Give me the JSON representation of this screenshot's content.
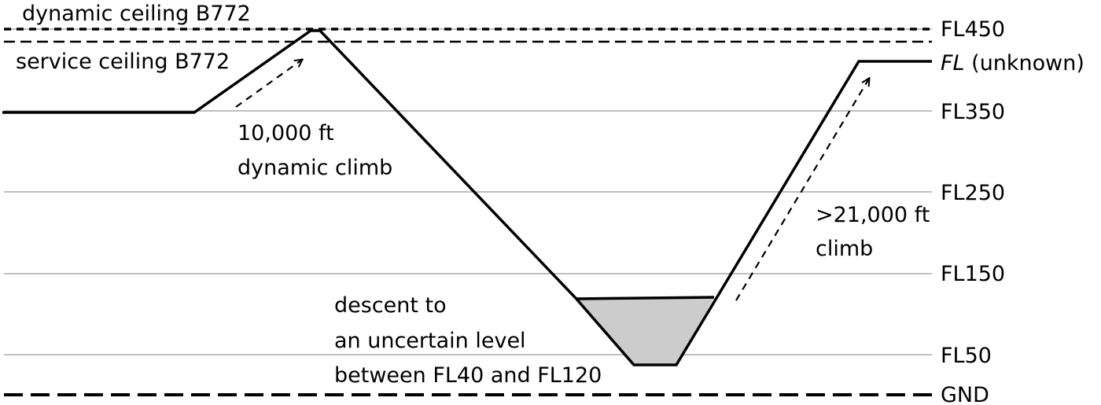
{
  "levels": {
    "fl450": "FL450",
    "fl350": "FL350",
    "fl250": "FL250",
    "fl150": "FL150",
    "fl50": "FL50",
    "gnd": "GND",
    "unknown_fl": "FL",
    "unknown_suffix": " (unknown)"
  },
  "ceilings": {
    "dynamic": "dynamic ceiling B772",
    "service": "service ceiling B772"
  },
  "annotations": {
    "dynamic_climb_line1": "10,000 ft",
    "dynamic_climb_line2": "dynamic climb",
    "climb_line1": ">21,000 ft",
    "climb_line2": "climb",
    "descent_line1": "descent to",
    "descent_line2": "an uncertain level",
    "descent_line3": "between FL40 and FL120"
  }
}
